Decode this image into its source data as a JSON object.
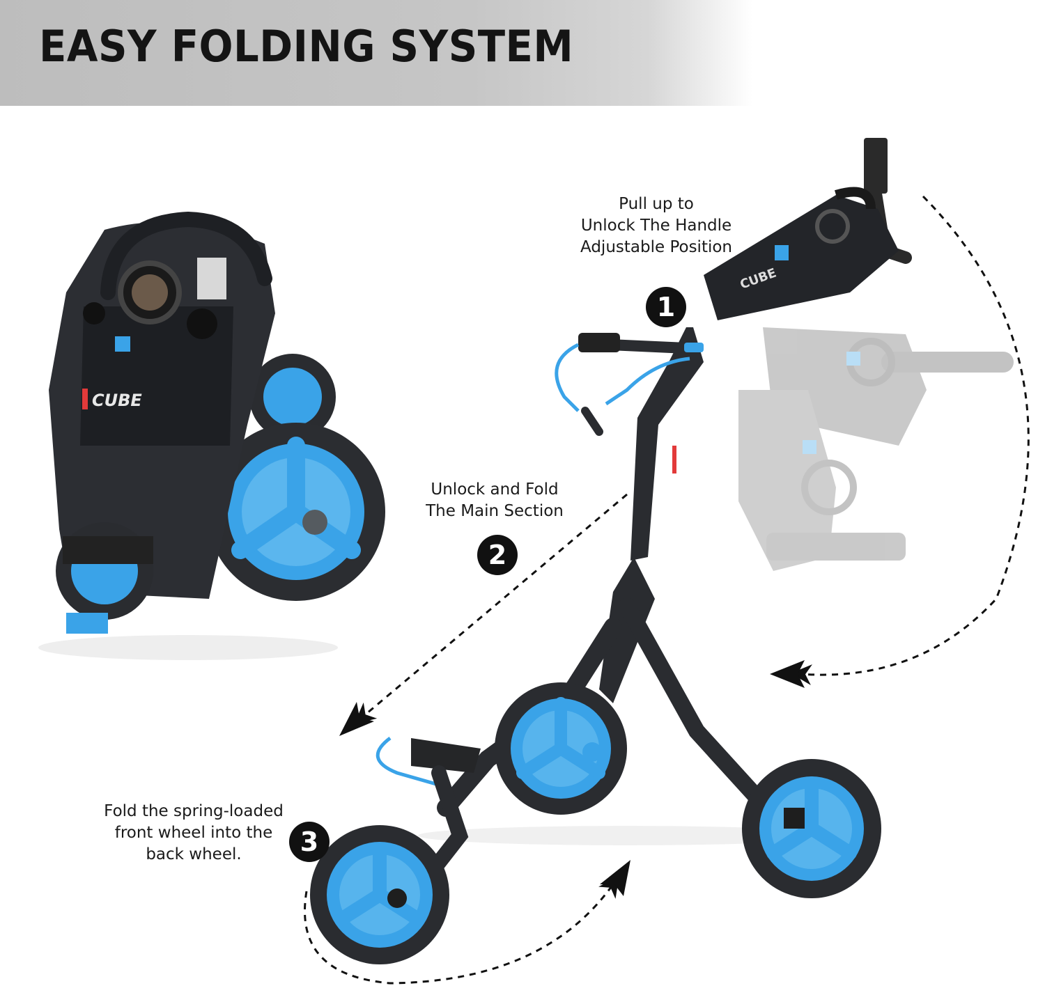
{
  "banner": {
    "title": "EASY FOLDING SYSTEM"
  },
  "brand": {
    "logo_text": "CUBE"
  },
  "colors": {
    "accent_blue": "#3aa3e8",
    "frame_dark": "#2a2c30",
    "text_dark": "#141414"
  },
  "steps": [
    {
      "number": "1",
      "lines": [
        "Pull up to",
        "Unlock The Handle",
        "Adjustable Position"
      ]
    },
    {
      "number": "2",
      "lines": [
        "Unlock and Fold",
        "The Main Section"
      ]
    },
    {
      "number": "3",
      "lines": [
        "Fold the spring-loaded",
        "front wheel into the",
        "back wheel."
      ]
    }
  ]
}
